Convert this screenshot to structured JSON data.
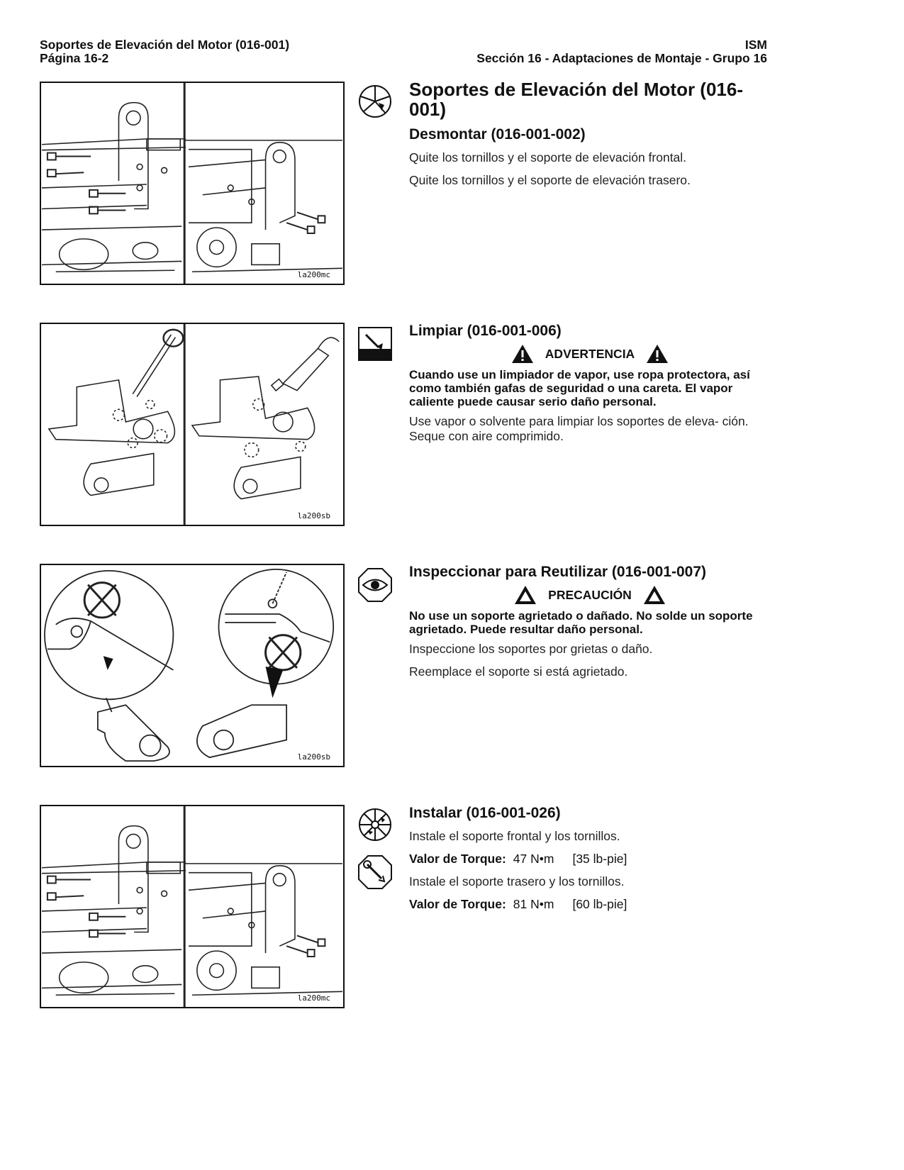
{
  "header": {
    "left_line1": "Soportes de Elevación del Motor (016-001)",
    "left_line2": "Página 16-2",
    "right_line1": "ISM",
    "right_line2": "Sección 16 - Adaptaciones de Montaje - Grupo 16"
  },
  "figures": [
    {
      "code": "la200mc",
      "icon": "disassembly-icon"
    },
    {
      "code": "la200sb",
      "icon": "clean-icon"
    },
    {
      "code": "la200sb",
      "icon": "inspect-eye-icon"
    },
    {
      "code": "la200mc",
      "icon": "install-icon"
    }
  ],
  "section1": {
    "title": "Soportes de Elevación del Motor (016-001)",
    "subtitle": "Desmontar (016-001-002)",
    "steps": [
      "Quite los tornillos y el soporte de elevación frontal.",
      "Quite los tornillos y el soporte de elevación trasero."
    ]
  },
  "section2": {
    "title": "Limpiar (016-001-006)",
    "alert_label": "ADVERTENCIA",
    "alert_text": "Cuando use un limpiador de vapor, use ropa protectora, así como también gafas de seguridad o una careta. El vapor caliente puede causar serio daño personal.",
    "body": "Use vapor o solvente para limpiar los soportes de eleva- ción. Seque con aire comprimido."
  },
  "section3": {
    "title": "Inspeccionar para Reutilizar (016-001-007)",
    "alert_label": "PRECAUCIÓN",
    "alert_text": "No use un soporte agrietado o dañado. No solde un soporte agrietado. Puede resultar daño personal.",
    "steps": [
      "Inspeccione los soportes por grietas o daño.",
      "Reemplace el soporte si está agrietado."
    ]
  },
  "section4": {
    "title": "Instalar (016-001-026)",
    "step1": "Instale el soporte frontal y los tornillos.",
    "torque_label": "Valor de Torque:",
    "torque1_metric": "47 N•m",
    "torque1_imperial": "[35  lb-pie]",
    "step2": "Instale el soporte trasero y los tornillos.",
    "torque2_metric": "81 N•m",
    "torque2_imperial": "[60  lb-pie]"
  }
}
